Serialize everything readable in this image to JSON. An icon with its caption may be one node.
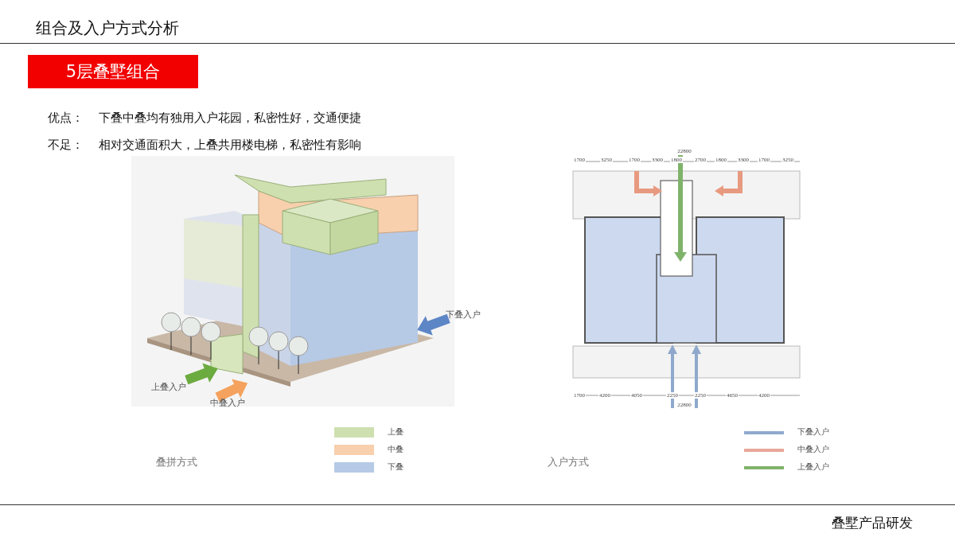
{
  "diagram": {
    "title": "组合及入户方式分析",
    "nodes": [
      {
        "text": [
          "5层叠墅组合"
        ]
      }
    ],
    "labels": [
      "优点：",
      "下叠中叠均有独用入户花园，私密性好，交通便捷",
      "不足：",
      "相对交通面积大，上叠共用楼电梯，私密性有影响",
      "下叠入户",
      "上叠入户",
      "中叠入户",
      "22800",
      "1700",
      "3250",
      "1700",
      "3300",
      "1800",
      "2700",
      "1800",
      "3300",
      "1700",
      "3250",
      "1700",
      "4200",
      "4050",
      "2250",
      "2250",
      "4650",
      "4200",
      "22800",
      "叠拼方式",
      "入户方式",
      "叠墅产品研发"
    ],
    "legend": [
      {
        "text": "上叠",
        "color": "#cfe0b0"
      },
      {
        "text": "中叠",
        "color": "#f8d0ad"
      },
      {
        "text": "下叠",
        "color": "#b6cae6"
      },
      {
        "text": "下叠入户"
      },
      {
        "text": "中叠入户"
      },
      {
        "text": "上叠入户"
      }
    ]
  }
}
